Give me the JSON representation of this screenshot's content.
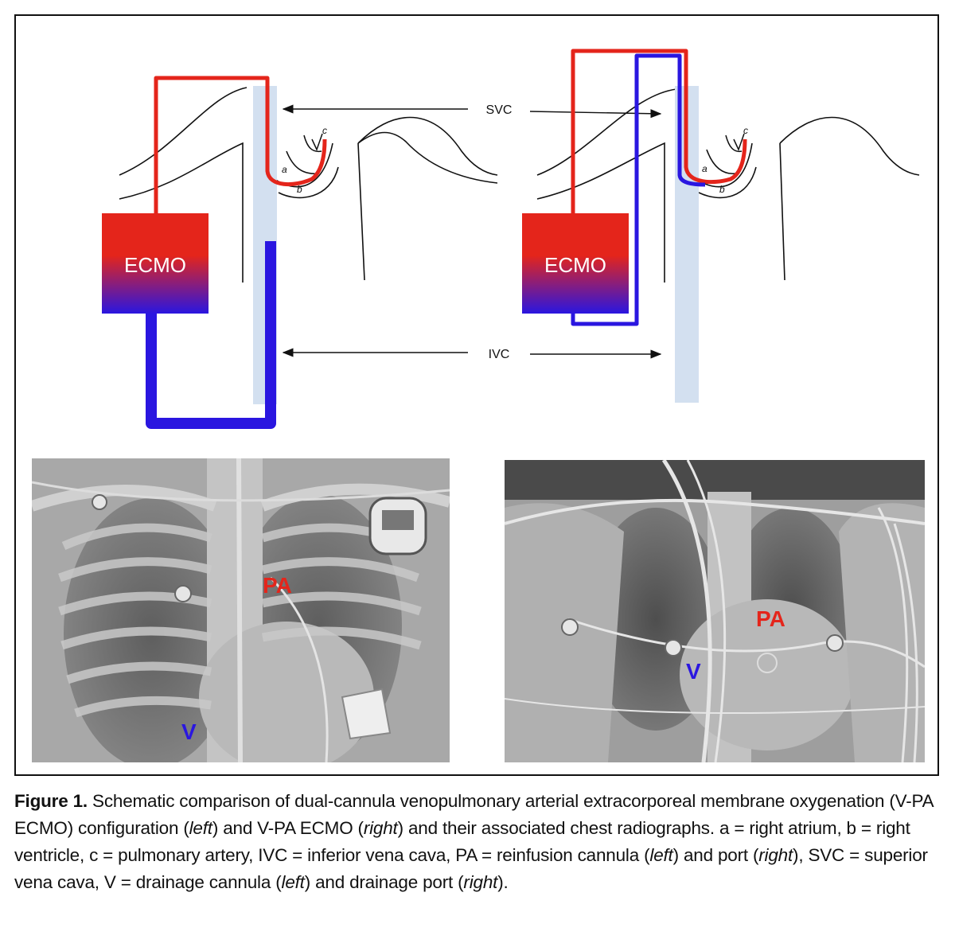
{
  "labels": {
    "ecmo": "ECMO",
    "svc": "SVC",
    "ivc": "IVC",
    "a": "a",
    "b": "b",
    "c": "c",
    "pa": "PA",
    "v": "V"
  },
  "caption": {
    "heading": "Figure 1.",
    "s1": " Schematic comparison of dual-cannula venopulmonary arterial extracorporeal membrane oxygenation (V-PA ECMO) configuration (",
    "i1": "left",
    "s2": ") and V-PA ECMO (",
    "i2": "right",
    "s3": ") and their associated chest radiographs. a = right atrium, b = right ventricle, c = pulmonary artery, IVC = inferior vena cava, PA = reinfusion cannula (",
    "i3": "left",
    "s4": ") and port (",
    "i4": "right",
    "s5": "), SVC = superior vena cava, V = drainage cannula (",
    "i5": "left",
    "s6": ") and drainage port (",
    "i6": "right",
    "s7": ")."
  },
  "colors": {
    "oxygenated": "#e4251b",
    "deoxygenated": "#2a16e0",
    "vena_cava": "#d3e0f0",
    "frame": "#111111"
  }
}
